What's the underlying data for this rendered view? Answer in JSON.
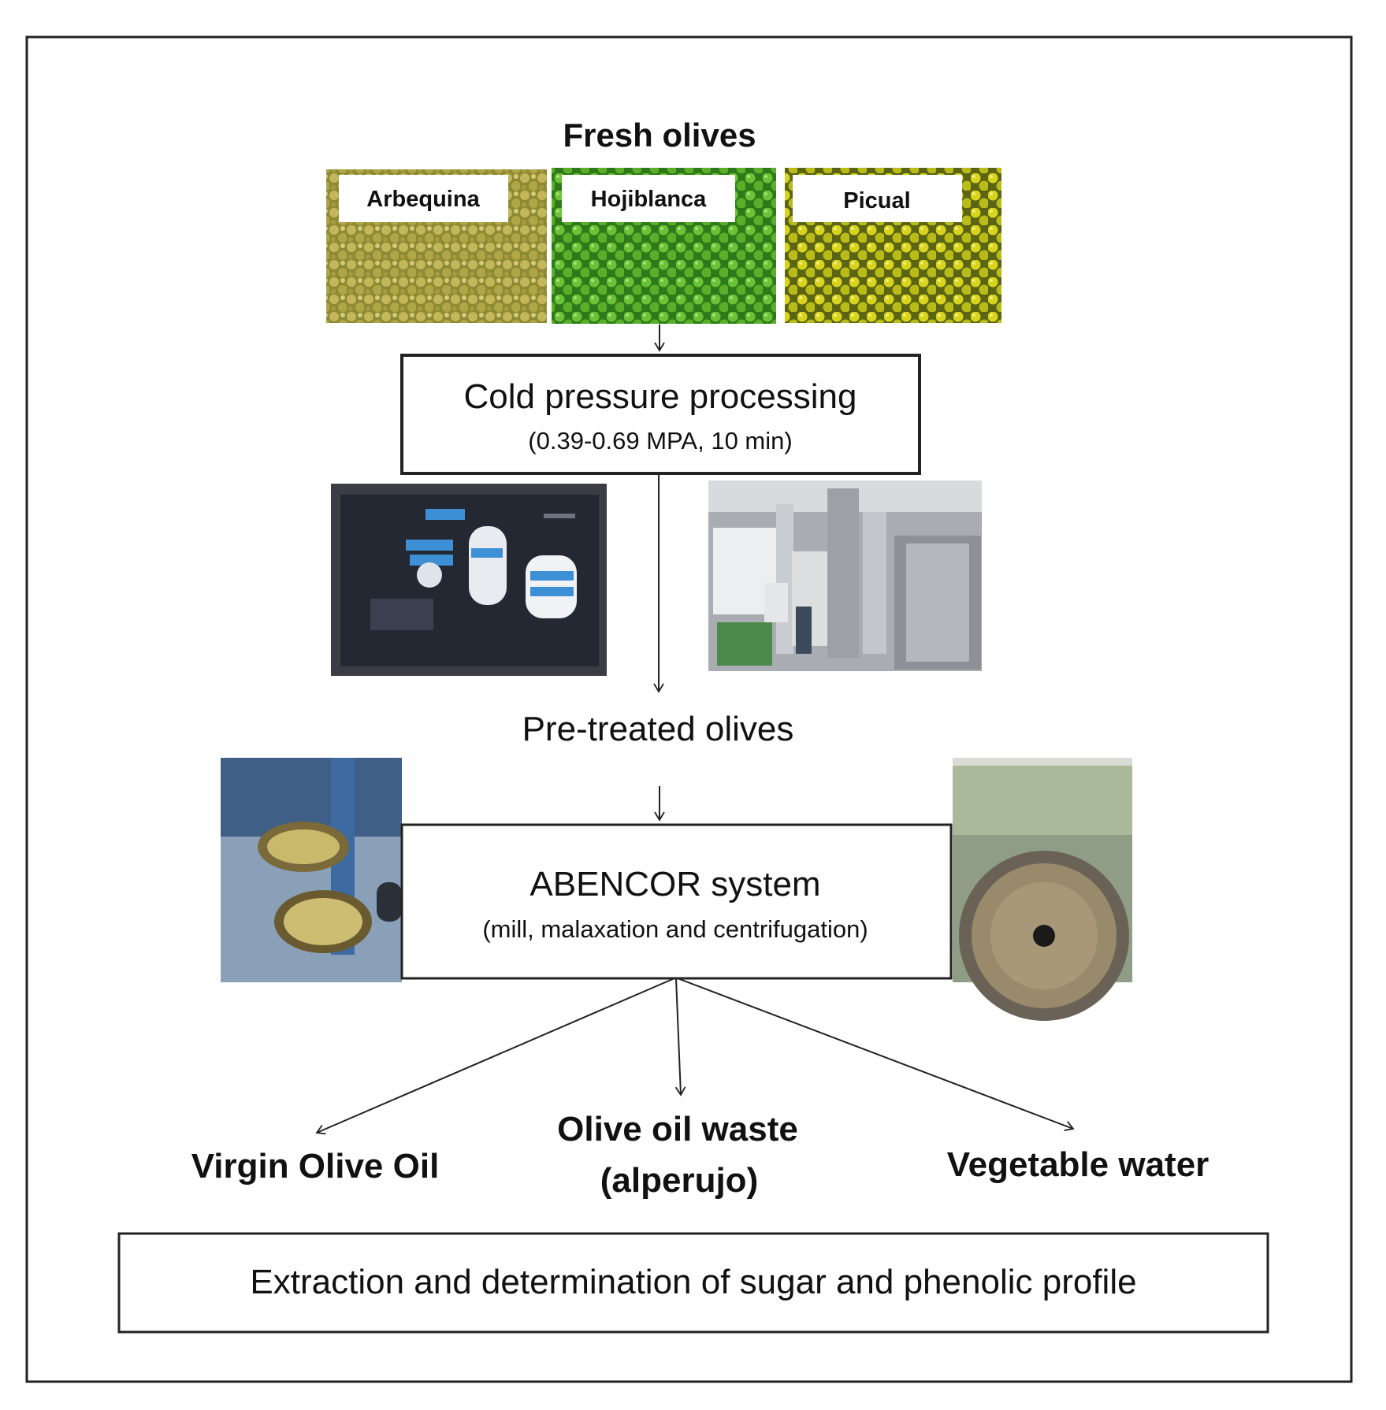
{
  "title": "Fresh olives",
  "varieties": [
    {
      "label": "Arbequina",
      "color": "#b8ae4a"
    },
    {
      "label": "Hojiblanca",
      "color": "#5fb52a"
    },
    {
      "label": "Picual",
      "color": "#c9c81c"
    }
  ],
  "step1": {
    "title": "Cold pressure processing",
    "detail": "(0.39-0.69 MPA, 10 min)"
  },
  "intermediate": "Pre-treated olives",
  "step2": {
    "title": "ABENCOR system",
    "detail": "(mill, malaxation and centrifugation)"
  },
  "outputs": {
    "left": "Virgin Olive Oil",
    "center_line1": "Olive oil waste",
    "center_line2": "(alperujo)",
    "right": "Vegetable water"
  },
  "final": "Extraction and determination of sugar and phenolic profile",
  "colors": {
    "border": "#222222",
    "arbequina": "#b8ae4a",
    "hojiblanca": "#5fb52a",
    "picual": "#c9c81c",
    "machinery_dark": "#2b2f3a",
    "machinery_light": "#b9bcc0"
  }
}
